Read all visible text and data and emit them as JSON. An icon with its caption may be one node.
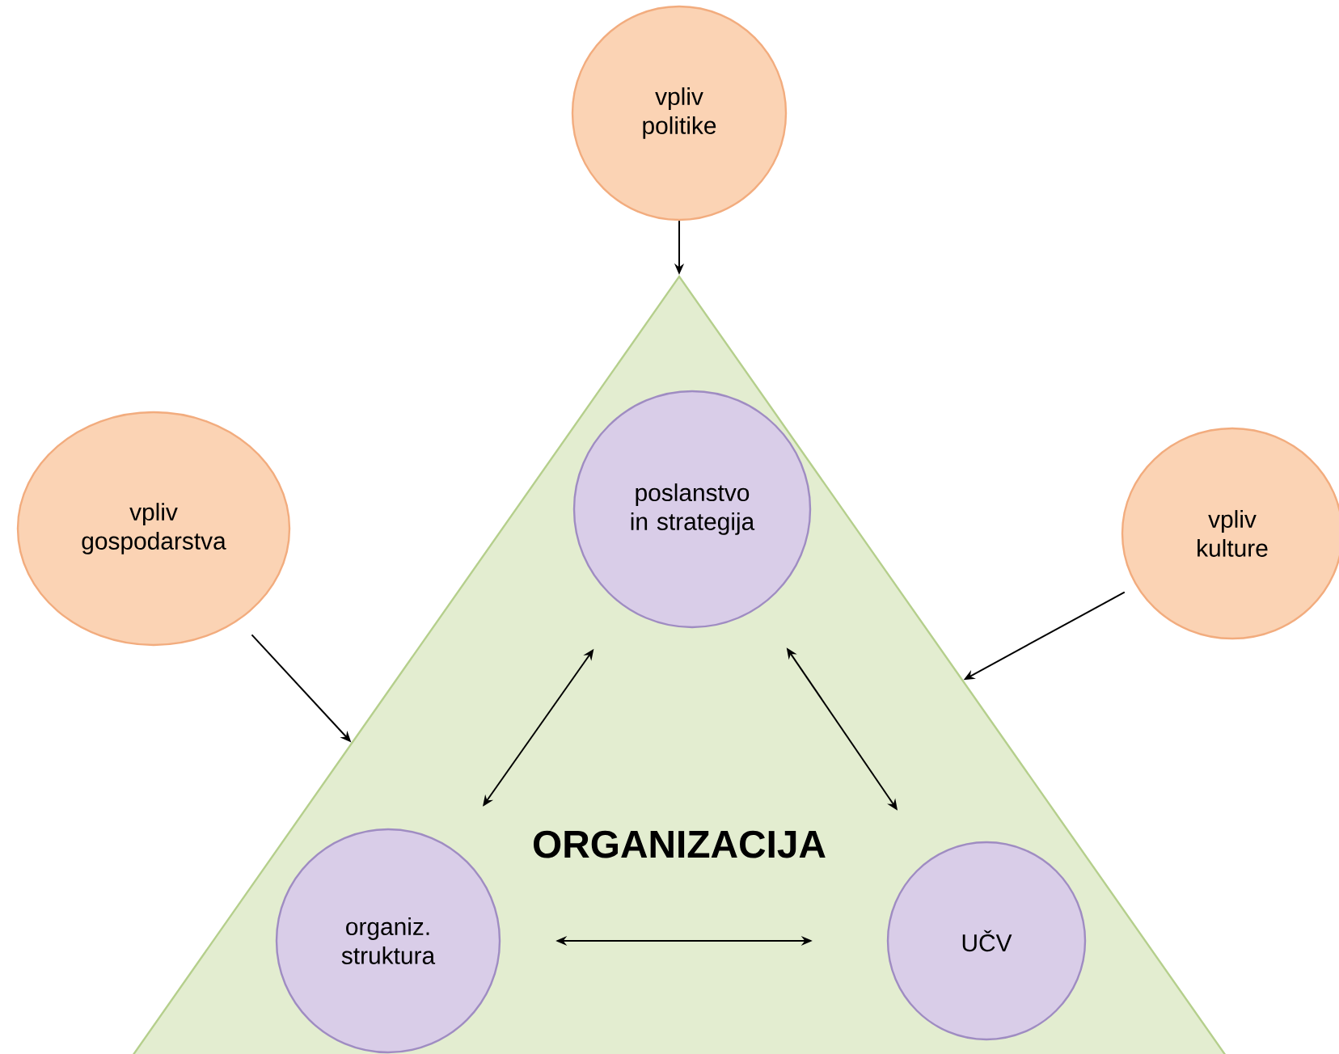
{
  "diagram": {
    "nodes": [
      {
        "text": [
          "vpliv politike"
        ]
      },
      {
        "text": [
          "vpliv gospodarstva"
        ]
      },
      {
        "text": [
          "vpliv kulture"
        ]
      },
      {
        "text": [
          "ORGANIZACIJA"
        ]
      },
      {
        "text": [
          "poslanstvo in strategija"
        ],
        "in": 3
      },
      {
        "text": [
          "organiz. struktura"
        ],
        "in": 3
      },
      {
        "text": [
          "UČV"
        ],
        "in": 3
      }
    ],
    "edges": [
      {
        "from": 0,
        "to": 3,
        "arrow": "to"
      },
      {
        "from": 1,
        "to": 3,
        "arrow": "to"
      },
      {
        "from": 2,
        "to": 3,
        "arrow": "to"
      },
      {
        "from": 4,
        "to": 5,
        "arrow": "both"
      },
      {
        "from": 4,
        "to": 6,
        "arrow": "both"
      },
      {
        "from": 5,
        "to": 6,
        "arrow": "both"
      }
    ]
  }
}
